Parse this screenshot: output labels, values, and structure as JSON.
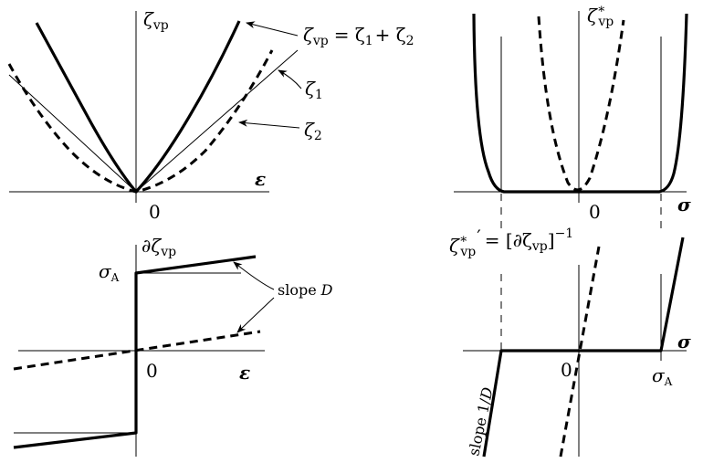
{
  "labels": {
    "zeta_vp": "ζ",
    "sub_vp": "vp",
    "eq_rhs": "= ζ",
    "one": "1",
    "plus": "+ ζ",
    "two": "2",
    "zeta": "ζ",
    "eps": "ε",
    "sigma": "σ",
    "zero": "0",
    "star": "∗",
    "partial": "∂ζ",
    "sigma_a": "σ",
    "sub_a": "A",
    "slope_d": "slope",
    "d_var": "D",
    "prime": "′",
    "bracket_open": "= [∂ζ",
    "bracket_close": "]",
    "minus_one": "−1",
    "slope_1_over_d": "slope 1/",
    "zero_right": "0"
  }
}
